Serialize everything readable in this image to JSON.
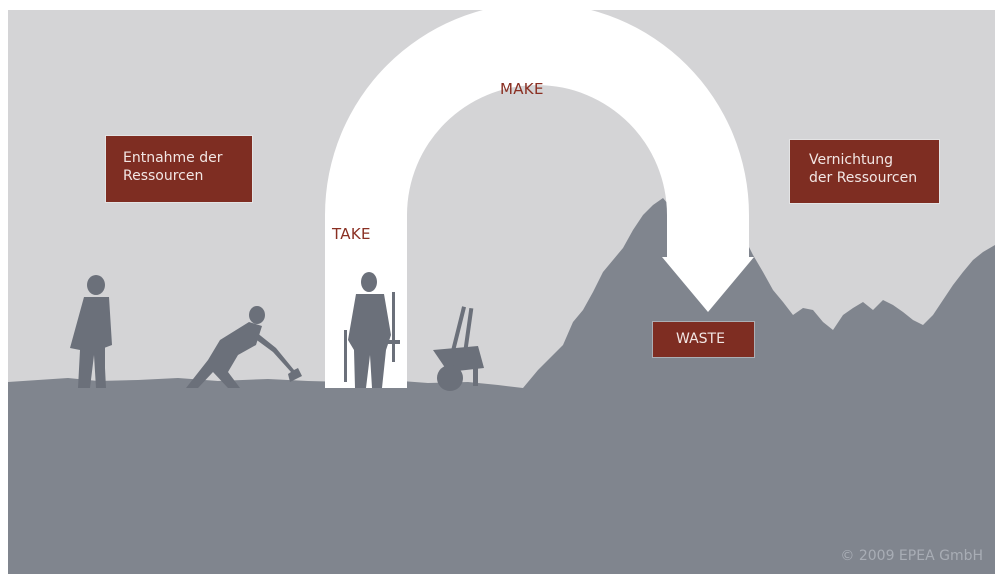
{
  "boxes": {
    "extraction": "Entnahme der\nRessourcen",
    "destruction": "Vernichtung\nder Ressourcen",
    "waste": "WASTE"
  },
  "flow": {
    "take": "TAKE",
    "make": "MAKE"
  },
  "copyright": "© 2009 EPEA GmbH",
  "colors": {
    "sky": "#d4d4d6",
    "ground": "#80858e",
    "silhouette": "#6d727c",
    "label_bg": "#7e2d22",
    "arrow": "#ffffff"
  },
  "icons": [
    "worker-standing-icon",
    "worker-hammering-icon",
    "worker-with-tools-icon",
    "wheelbarrow-icon"
  ]
}
